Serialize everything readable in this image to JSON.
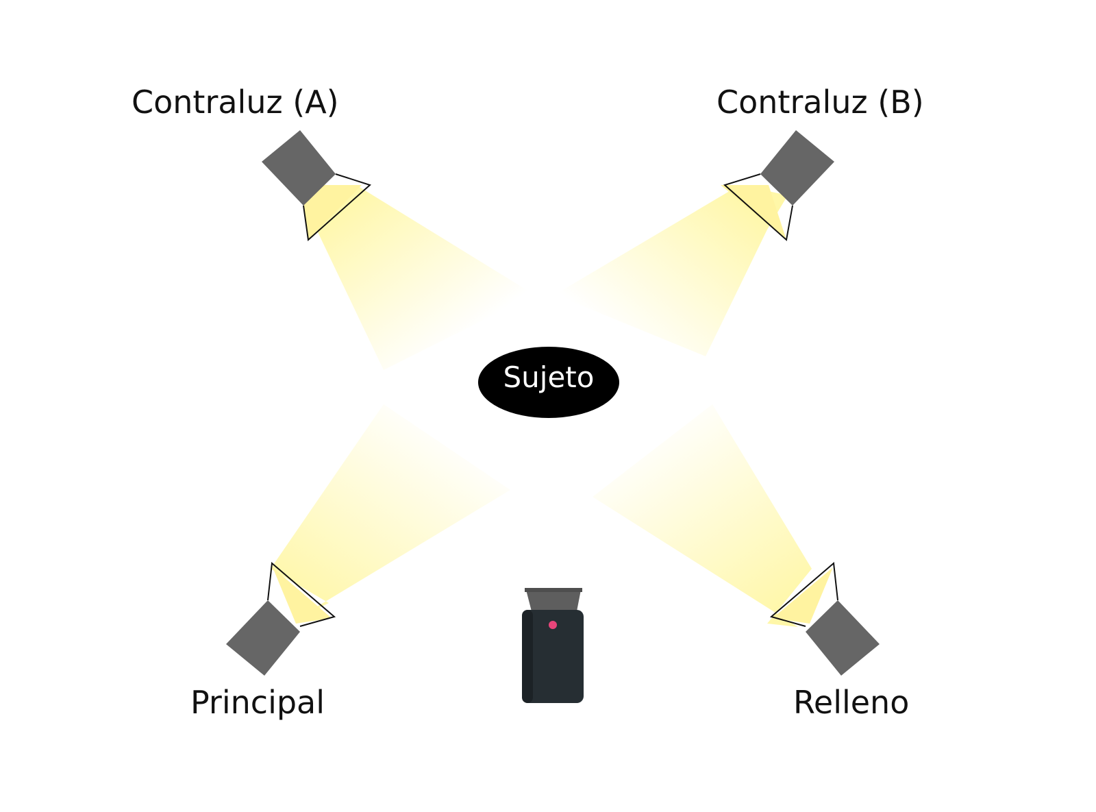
{
  "lights": {
    "contraluz_a": "Contraluz (A)",
    "contraluz_b": "Contraluz (B)",
    "principal": "Principal",
    "relleno": "Relleno"
  },
  "subject": {
    "label": "Sujeto"
  },
  "colors": {
    "beam": "#fff7a8",
    "light_body": "#666666",
    "subject": "#000000",
    "camera_body": "#262e33",
    "camera_indicator": "#e8457a"
  },
  "icons": {
    "light": "spotlight-icon",
    "camera": "camera-icon"
  }
}
